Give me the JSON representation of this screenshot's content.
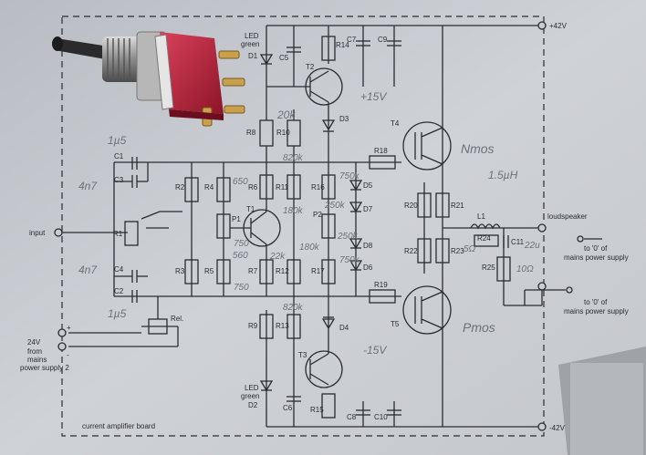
{
  "board": {
    "caption": "current amplifier board",
    "rail_pos": "+42V",
    "rail_neg": "-42V",
    "input": "input",
    "loudspeaker": "loudspeaker",
    "to0_top": "to '0' of",
    "to0_top2": "mains power supply",
    "to0_bot": "to '0' of",
    "to0_bot2": "mains power supply",
    "supply_24v": "24V",
    "supply_from": "from",
    "supply_mains": "mains",
    "supply_ps2": "power supply 2",
    "plus": "+",
    "minus": "-",
    "led_top": "LED",
    "green_top": "green",
    "led_bot": "LED",
    "green_bot": "green"
  },
  "components": {
    "R14": "R14",
    "C5": "C5",
    "C7": "C7",
    "C9": "C9",
    "D1": "D1",
    "T2": "T2",
    "R8": "R8",
    "R10": "R10",
    "D3": "D3",
    "T4": "T4",
    "R18": "R18",
    "C1": "C1",
    "C3": "C3",
    "R2": "R2",
    "R4": "R4",
    "R6": "R6",
    "R11": "R11",
    "R16": "R16",
    "D5": "D5",
    "D7": "D7",
    "R20": "R20",
    "R21": "R21",
    "R1": "R1",
    "T1": "T1",
    "P1": "P1",
    "P2": "P2",
    "L1": "L1",
    "R24": "R24",
    "C11": "C11",
    "R22": "R22",
    "R23": "R23",
    "D8": "D8",
    "D6": "D6",
    "R3": "R3",
    "R5": "R5",
    "R7": "R7",
    "R12": "R12",
    "R17": "R17",
    "R25": "R25",
    "C4": "C4",
    "C2": "C2",
    "R19": "R19",
    "T5": "T5",
    "Rel1": "Rel.",
    "R9": "R9",
    "R13": "R13",
    "D4": "D4",
    "T3": "T3",
    "C6": "C6",
    "R15": "R15",
    "C8": "C8",
    "C10": "C10",
    "D2": "D2"
  },
  "annotations": {
    "a1n5_top": "1µ5",
    "a4n7_top": "4n7",
    "a4n7_bot": "4n7",
    "a1n5_bot": "1µ5",
    "a20k": "20k",
    "a15v": "+15V",
    "a820k_top": "820k",
    "a180k": "180k",
    "a650": "650",
    "a750": "750",
    "a250k": "250k",
    "a750k": "750k",
    "a22k": "22k",
    "a180k2": "180k",
    "a250k2": "250k",
    "a750k2": "750k",
    "a820k_bot": "820k",
    "aminus15v": "-15V",
    "anmos": "Nmos",
    "apmos": "Pmos",
    "a1u5h": "1.5µH",
    "a5ohm": "5Ω",
    "a22u": "22u",
    "a10ohm": "10Ω",
    "a560": "560",
    "a750b": "750"
  },
  "colors": {
    "paper": "#c9ccd1",
    "ink": "#2a2c31",
    "pencil": "#7a7d84",
    "switch_red": "#b8233a",
    "photo_bg": "#8e9196"
  }
}
